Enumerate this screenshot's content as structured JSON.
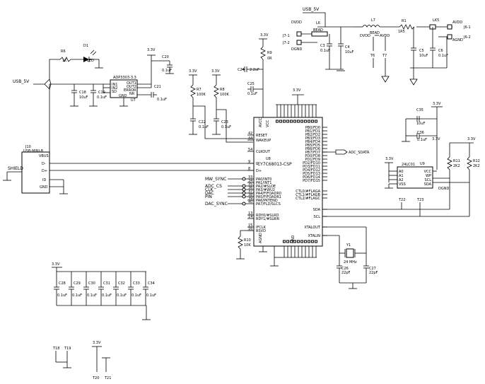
{
  "nets": {
    "usb_5v": "USB_5V",
    "v33": "3.3V",
    "avdd": "AVDD",
    "dvdd": "DVDD",
    "agnd": "AGND",
    "dgnd": "DGND",
    "shield": "SHIELD",
    "adc_sdata": "ADC_SDATA"
  },
  "components": {
    "r6": {
      "ref": "R6",
      "value": "1K"
    },
    "d1": {
      "ref": "D1",
      "value": "LED"
    },
    "c18": {
      "ref": "C18",
      "value": "10uF"
    },
    "c19": {
      "ref": "C19",
      "value": "0.1uF"
    },
    "u7": {
      "ref": "U7",
      "part": "ADP3303-3.3",
      "pins": [
        "IN1",
        "IN2",
        "SD",
        "GND",
        "OUT1",
        "OUT2",
        "ERROR",
        "NR"
      ]
    },
    "c20": {
      "ref": "C20",
      "value": "0.1uF"
    },
    "c21": {
      "ref": "C21",
      "value": "0.1uF"
    },
    "j10": {
      "ref": "J10",
      "part": "USB-MINI-B",
      "pins": [
        "VBUS",
        "D-",
        "D+",
        "ID",
        "GND"
      ]
    },
    "r7": {
      "ref": "R7",
      "value": "100K"
    },
    "r8": {
      "ref": "R8",
      "value": "100K"
    },
    "c22": {
      "ref": "C22",
      "value": "0.1uF"
    },
    "c23": {
      "ref": "C23",
      "value": "0.1uF"
    },
    "c24": {
      "ref": "C24",
      "value": "2.2uF"
    },
    "c25": {
      "ref": "C25",
      "value": "0.1uF"
    },
    "r9": {
      "ref": "R9",
      "value": "0R"
    },
    "u8": {
      "ref": "U8",
      "part": "CY7C68013-CSP",
      "left_pins": [
        {
          "num": "42",
          "name": "RESET"
        },
        {
          "num": "44",
          "name": "WAKEUP"
        },
        {
          "num": "54",
          "name": "CLKOUT"
        },
        {
          "num": "9",
          "name": "D-"
        },
        {
          "num": "8",
          "name": "D+"
        },
        {
          "num": "33",
          "name": "PA0/INT0"
        },
        {
          "num": "34",
          "name": "PA1/INT1"
        },
        {
          "num": "35",
          "name": "PA2/#SLOE"
        },
        {
          "num": "36",
          "name": "PA3/#WU2"
        },
        {
          "num": "37",
          "name": "PA4/FIFOADR0"
        },
        {
          "num": "38",
          "name": "PA5/FIFOADR1"
        },
        {
          "num": "39",
          "name": "PA6/PKTEND"
        },
        {
          "num": "40",
          "name": "PA7/FLD/SLCS"
        },
        {
          "num": "13",
          "name": "RDY0/#SLRD"
        },
        {
          "num": "14",
          "name": "RDY1/#SLWR"
        },
        {
          "num": "15",
          "name": "IFCLK"
        },
        {
          "num": "16",
          "name": "RSVD"
        }
      ],
      "right_pins": [
        {
          "name": "PB0/FD0"
        },
        {
          "name": "PB1/FD1"
        },
        {
          "name": "PB2/FD2"
        },
        {
          "name": "PB3/FD3"
        },
        {
          "name": "PB4/FD4"
        },
        {
          "name": "PB5/FD5"
        },
        {
          "name": "PB6/FD6"
        },
        {
          "name": "PB7/FD7"
        },
        {
          "name": "PD0/FD8"
        },
        {
          "name": "PD1/FD9"
        },
        {
          "name": "PD2/FD10"
        },
        {
          "name": "PD3/FD11"
        },
        {
          "name": "PD4/FD12"
        },
        {
          "name": "PD5/FD13"
        },
        {
          "name": "PD6/FD14"
        },
        {
          "name": "PD7/FD15"
        },
        {
          "name": "CTL0/#FLAGA"
        },
        {
          "name": "CTL1/#FLAGB"
        },
        {
          "name": "CTL2/#FLAGC"
        },
        {
          "name": "SDA"
        },
        {
          "name": "SCL"
        },
        {
          "name": "XTALOUT"
        },
        {
          "name": "XTALIN"
        }
      ],
      "top_pins": [
        "AVCC",
        "VCC"
      ],
      "bottom_pins": [
        "AGND",
        "GND"
      ]
    },
    "left_signals": [
      "MW_SYNC",
      "ADC_CS",
      "CLK",
      "DAC",
      "PIN",
      "DAC_SYNC"
    ],
    "y1": {
      "ref": "Y1",
      "value": "24 MHz"
    },
    "c26": {
      "ref": "C26",
      "value": "22pF"
    },
    "c27": {
      "ref": "C27",
      "value": "22pF"
    },
    "r10": {
      "ref": "R10",
      "value": "10K"
    },
    "u9": {
      "ref": "U9",
      "part": "24LC01",
      "pins_left": [
        "A0",
        "A1",
        "A2",
        "VSS"
      ],
      "pins_right": [
        "VCC",
        "WP",
        "SCL",
        "SDA"
      ]
    },
    "c35": {
      "ref": "C35",
      "value": "10uF"
    },
    "c36": {
      "ref": "C36",
      "value": "0.1uF"
    },
    "r11": {
      "ref": "R11",
      "value": "2K2"
    },
    "r12": {
      "ref": "R12",
      "value": "2K2"
    },
    "l6": {
      "ref": "L6",
      "value": "BEAD"
    },
    "l7": {
      "ref": "L7",
      "value": "BEAD"
    },
    "l5": {
      "ref": "LK5"
    },
    "r1": {
      "ref": "R1",
      "value": "1R5"
    },
    "c3": {
      "ref": "C3",
      "value": "0.1uF"
    },
    "c4": {
      "ref": "C4",
      "value": "10uF"
    },
    "c5": {
      "ref": "C5",
      "value": "10uF"
    },
    "c6": {
      "ref": "C6",
      "value": "0.1uF"
    },
    "j7": {
      "pins": [
        "J7-1",
        "J7-2"
      ]
    },
    "j6": {
      "pins": [
        "J6-1",
        "J6-2"
      ]
    },
    "tp": [
      "T6",
      "T7",
      "T22",
      "T23",
      "T18",
      "T19",
      "T20",
      "T21"
    ],
    "decoupling": [
      {
        "ref": "C28",
        "value": "0.1uF"
      },
      {
        "ref": "C29",
        "value": "0.1uF"
      },
      {
        "ref": "C30",
        "value": "0.1uF"
      },
      {
        "ref": "C31",
        "value": "0.1uF"
      },
      {
        "ref": "C32",
        "value": "0.1uF"
      },
      {
        "ref": "C33",
        "value": "0.1uF"
      },
      {
        "ref": "C34",
        "value": "0.1uF"
      }
    ]
  }
}
